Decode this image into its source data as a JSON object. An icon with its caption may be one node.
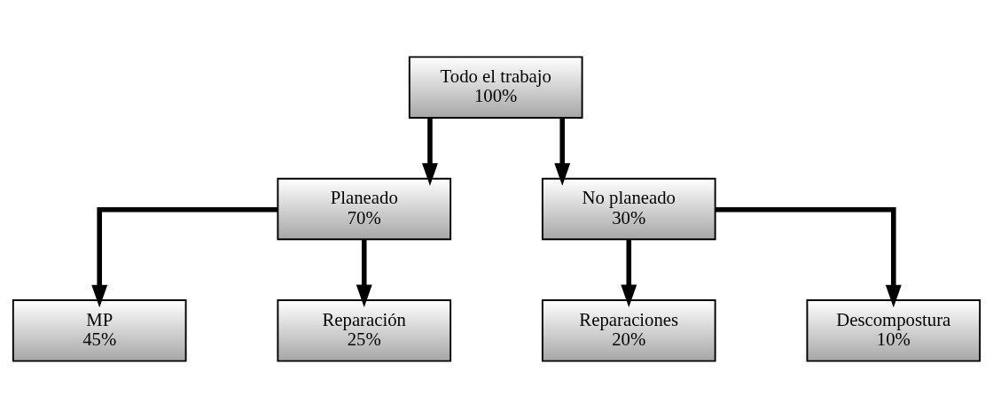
{
  "diagram": {
    "nodes": [
      {
        "text": [
          "Todo el trabajo",
          "100%"
        ]
      },
      {
        "text": [
          "Planeado",
          "70%"
        ]
      },
      {
        "text": [
          "No planeado",
          "30%"
        ]
      },
      {
        "text": [
          "MP",
          "45%"
        ]
      },
      {
        "text": [
          "Reparación",
          "25%"
        ]
      },
      {
        "text": [
          "Reparaciones",
          "20%"
        ]
      },
      {
        "text": [
          "Descompostura",
          "10%"
        ]
      }
    ],
    "edges": [
      {
        "from": 0,
        "to": 1,
        "arrow": "to"
      },
      {
        "from": 0,
        "to": 2,
        "arrow": "to"
      },
      {
        "from": 1,
        "to": 3,
        "arrow": "to"
      },
      {
        "from": 1,
        "to": 4,
        "arrow": "to"
      },
      {
        "from": 2,
        "to": 5,
        "arrow": "to"
      },
      {
        "from": 2,
        "to": 6,
        "arrow": "to"
      }
    ]
  }
}
